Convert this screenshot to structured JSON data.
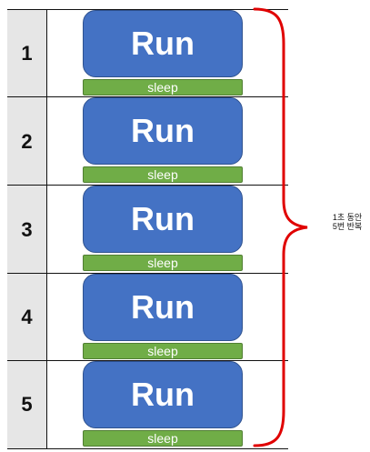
{
  "rows": [
    {
      "index": "1",
      "run_label": "Run",
      "sleep_label": "sleep"
    },
    {
      "index": "2",
      "run_label": "Run",
      "sleep_label": "sleep"
    },
    {
      "index": "3",
      "run_label": "Run",
      "sleep_label": "sleep"
    },
    {
      "index": "4",
      "run_label": "Run",
      "sleep_label": "sleep"
    },
    {
      "index": "5",
      "run_label": "Run",
      "sleep_label": "sleep"
    }
  ],
  "annotation": {
    "line1": "1초 동안",
    "line2": "5번 반복"
  },
  "colors": {
    "run": "#4472c4",
    "sleep": "#70ad47",
    "brace": "#e00000",
    "index_bg": "#e6e6e6"
  }
}
